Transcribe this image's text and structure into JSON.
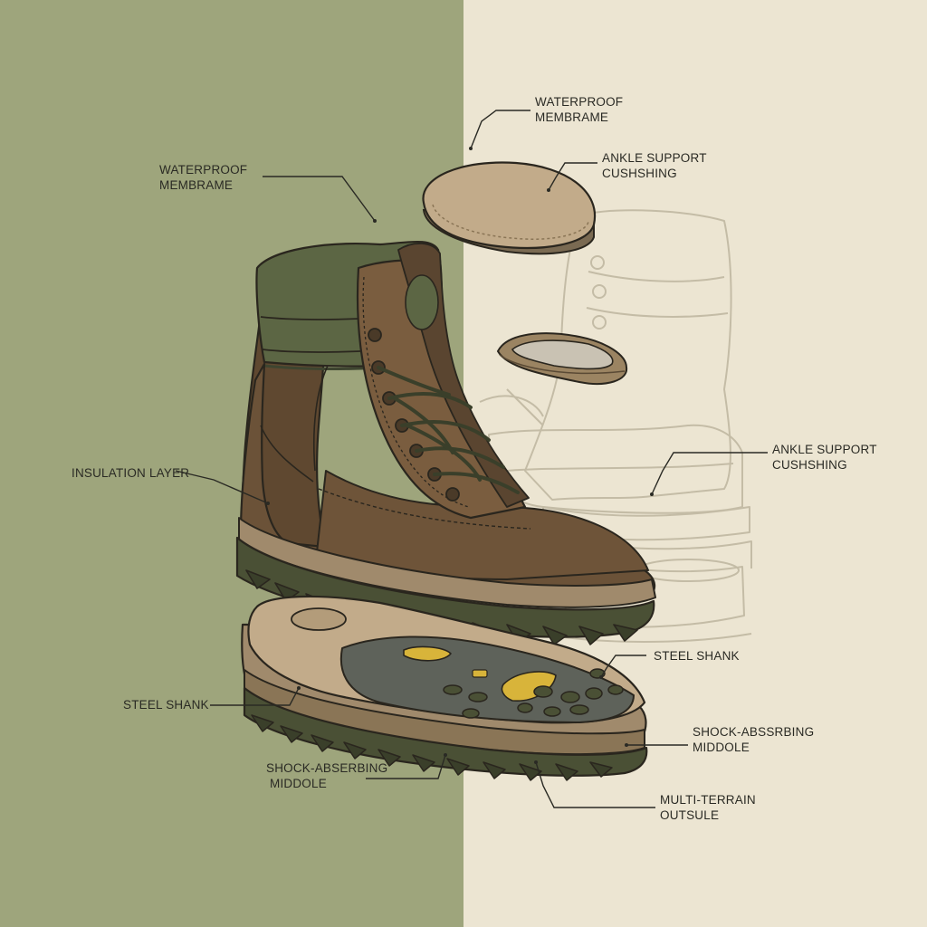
{
  "diagram": {
    "colors": {
      "left_background": "#9ea57c",
      "right_background": "#ece5d2",
      "leather": "#6b5238",
      "padding": "#5c6644",
      "sole_rubber": "#4a5035",
      "midsole": "#a08a6c",
      "outline": "#2a261e",
      "badge": "#d8b43a"
    },
    "labels": [
      {
        "id": "waterproof-membrane-right",
        "lines": [
          "WATERPROOF",
          "MEMBRAME"
        ]
      },
      {
        "id": "ankle-support-top",
        "lines": [
          "ANKLE SUPPORT",
          "CUSHSHING"
        ]
      },
      {
        "id": "waterproof-membrane-left",
        "lines": [
          "WATERPROOF",
          "MEMBRAME"
        ]
      },
      {
        "id": "insulation-layer",
        "lines": [
          "INSULATION LAYER"
        ]
      },
      {
        "id": "ankle-support-right",
        "lines": [
          "ANKLE SUPPORT",
          "CUSHSHING"
        ]
      },
      {
        "id": "steel-shank-right",
        "lines": [
          "STEEL SHANK"
        ]
      },
      {
        "id": "steel-shank-left",
        "lines": [
          "STEEL SHANK"
        ]
      },
      {
        "id": "shock-absorbing-right",
        "lines": [
          "SHOCK-ABSSRBING",
          "MIDDOLE"
        ]
      },
      {
        "id": "shock-absorbing-left",
        "lines": [
          "SHOCK-ABSERBING",
          "MIDDOLE"
        ]
      },
      {
        "id": "outsole",
        "lines": [
          "MULTI-TERRAIN",
          "OUTSULE"
        ]
      }
    ]
  }
}
